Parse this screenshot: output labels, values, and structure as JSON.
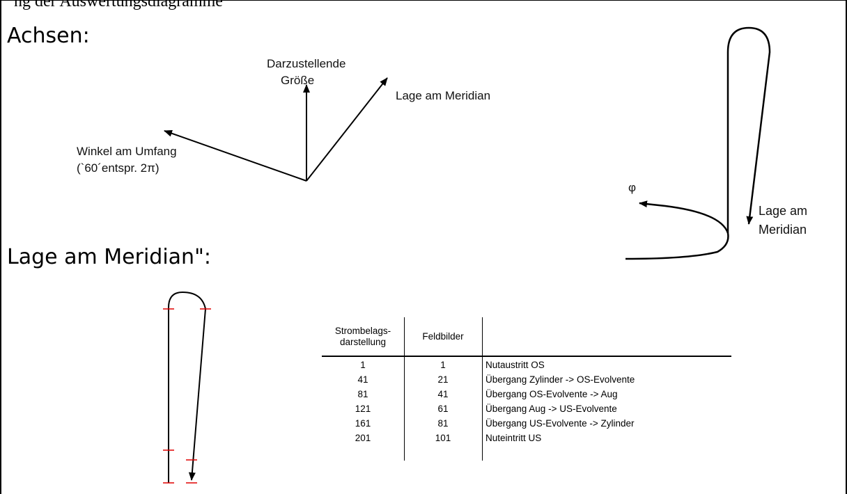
{
  "top_cutoff_text": "ng der Auswertungsdiagramme",
  "axes_heading": "Achsen:",
  "axes": {
    "vertical_label_line1": "Darzustellende",
    "vertical_label_line2": "Größe",
    "right_label": "Lage am Meridian",
    "left_label_line1": "Winkel am Umfang",
    "left_label_line2": "(`60´entspr. 2π)"
  },
  "sketch": {
    "phi_label": "φ",
    "meridian_label_line1": "Lage am",
    "meridian_label_line2": "Meridian"
  },
  "meridian_heading": "Lage am Meridian\":",
  "table": {
    "headers": [
      "Strombelags-\ndarstellung",
      "Feldbilder",
      ""
    ],
    "rows": [
      [
        "1",
        "1",
        "Nutaustritt OS"
      ],
      [
        "41",
        "21",
        "Übergang Zylinder -> OS-Evolvente"
      ],
      [
        "81",
        "41",
        "Übergang OS-Evolvente -> Aug"
      ],
      [
        "121",
        "61",
        "Übergang Aug -> US-Evolvente"
      ],
      [
        "161",
        "81",
        "Übergang US-Evolvente -> Zylinder"
      ],
      [
        "201",
        "101",
        "Nuteintritt US"
      ]
    ]
  },
  "colors": {
    "marker": "#e00000",
    "line": "#000000"
  }
}
